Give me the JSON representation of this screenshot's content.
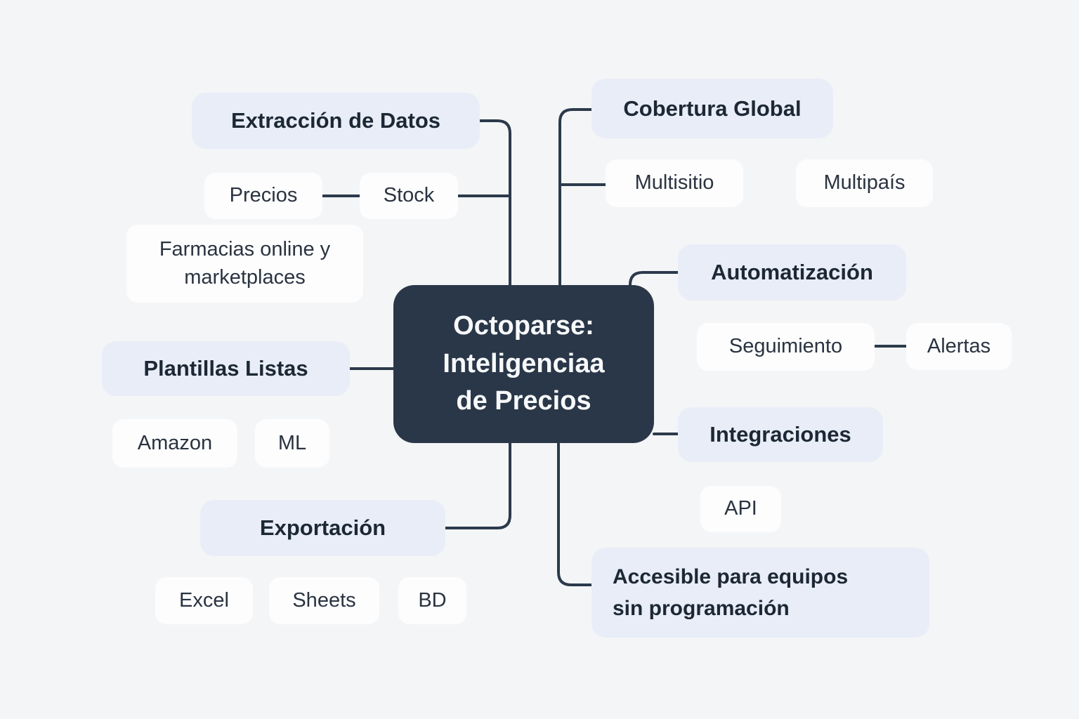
{
  "colors": {
    "background": "#f4f5f6",
    "line": "#2b3a4c",
    "center_bg": "#2a3748",
    "center_text": "#f7f9fb",
    "branch_bg": "#e8edf8",
    "branch_text": "#1d2835",
    "leaf_bg": "#fdfdfe",
    "leaf_text": "#2a3340"
  },
  "center": {
    "label": "Octoparse:\nInteligenciaa\nde Precios"
  },
  "branches": {
    "extraccion": {
      "label": "Extracción de Datos"
    },
    "cobertura": {
      "label": "Cobertura Global"
    },
    "automatizacion": {
      "label": "Automatización"
    },
    "plantillas": {
      "label": "Plantillas Listas"
    },
    "integraciones": {
      "label": "Integraciones"
    },
    "exportacion": {
      "label": "Exportación"
    },
    "accesible": {
      "label": "Accesible para equipos\nsin programación"
    }
  },
  "leaves": {
    "precios": {
      "label": "Precios"
    },
    "stock": {
      "label": "Stock"
    },
    "farmacias": {
      "label": "Farmacias online y\nmarketplaces"
    },
    "amazon": {
      "label": "Amazon"
    },
    "ml": {
      "label": "ML"
    },
    "excel": {
      "label": "Excel"
    },
    "sheets": {
      "label": "Sheets"
    },
    "bd": {
      "label": "BD"
    },
    "multisitio": {
      "label": "Multisitio"
    },
    "multipais": {
      "label": "Multipaís"
    },
    "seguimiento": {
      "label": "Seguimiento"
    },
    "alertas": {
      "label": "Alertas"
    },
    "api": {
      "label": "API"
    }
  }
}
